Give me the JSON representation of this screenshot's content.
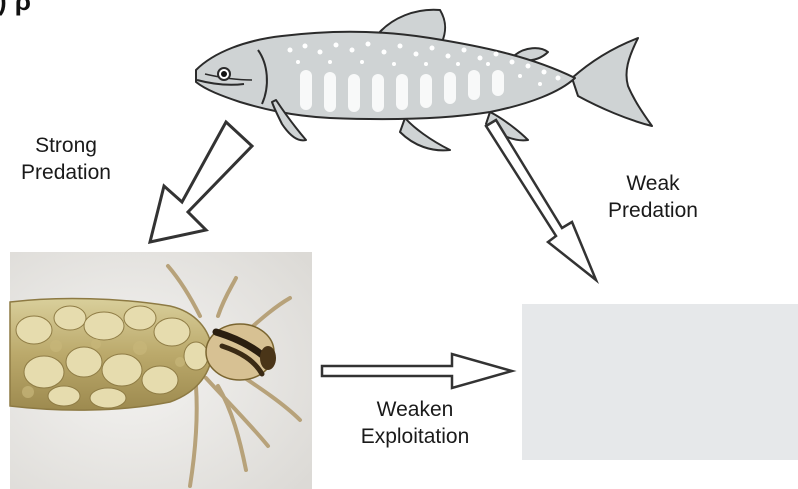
{
  "header": {
    "partial_title": ") ρ"
  },
  "labels": {
    "strong_line1": "Strong",
    "strong_line2": "Predation",
    "weak_line1": "Weak",
    "weak_line2": "Predation",
    "weaken_line1": "Weaken",
    "weaken_line2": "Exploitation"
  },
  "nodes": {
    "predator": "fish-illustration",
    "prey": "caddisfly-larva-photo",
    "resource": "blank-resource-box"
  },
  "colors": {
    "fish_body": "#cfd3d4",
    "fish_outline": "#2b2b2b",
    "arrow_outline": "#333333",
    "resource_box": "#e6e8ea",
    "photo_bg": "#eeedeb"
  }
}
